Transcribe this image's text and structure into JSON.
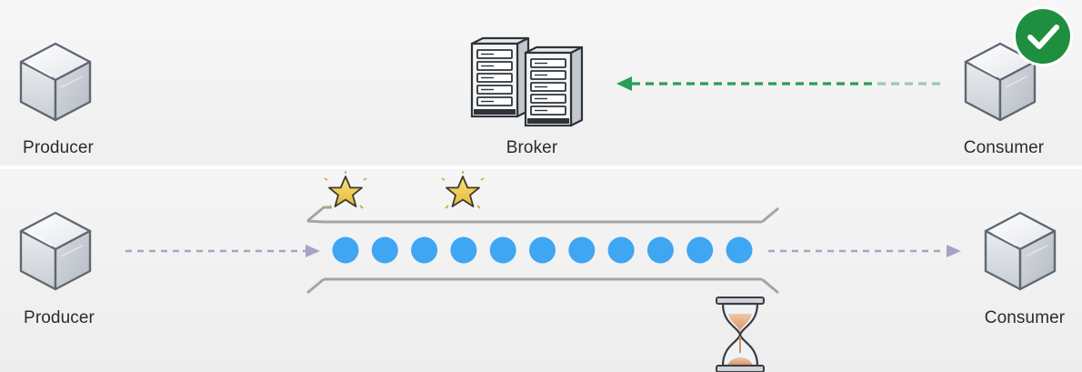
{
  "top": {
    "producer_label": "Producer",
    "broker_label": "Broker",
    "consumer_label": "Consumer",
    "ack_icon": "check-circle-icon",
    "ack_color": "#1e8f3e",
    "ack_arrow_color": "#2a9d55"
  },
  "bottom": {
    "producer_label": "Producer",
    "consumer_label": "Consumer",
    "message_count": 11,
    "message_color": "#3ea6f2",
    "flow_arrow_color": "#a7a3c6",
    "star_icon": "star-icon",
    "timer_icon": "hourglass-icon"
  }
}
